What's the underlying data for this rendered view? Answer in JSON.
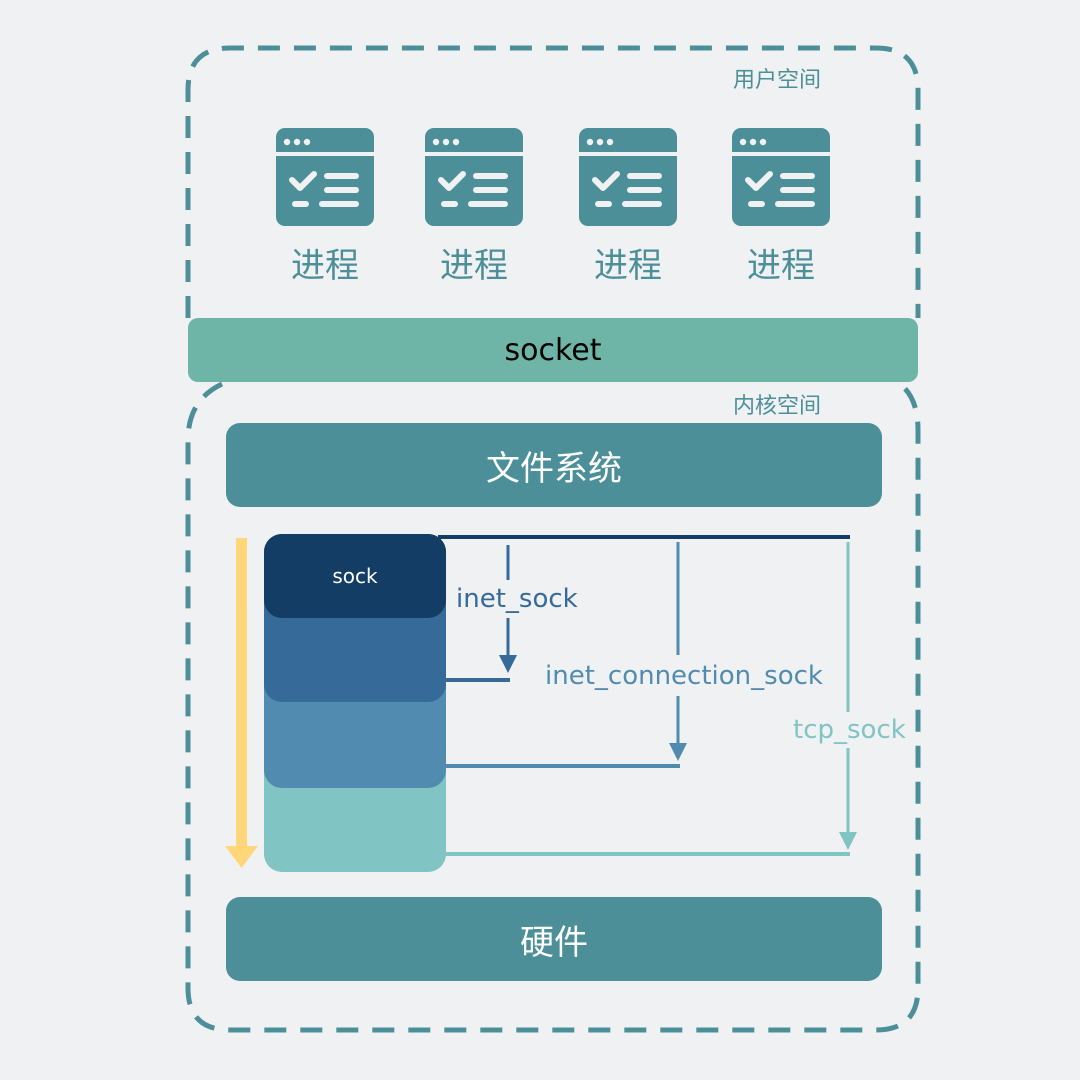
{
  "user_space_label": "用户空间",
  "kernel_space_label": "内核空间",
  "processes": [
    {
      "label": "进程"
    },
    {
      "label": "进程"
    },
    {
      "label": "进程"
    },
    {
      "label": "进程"
    }
  ],
  "socket_label": "socket",
  "filesystem_label": "文件系统",
  "hardware_label": "硬件",
  "sock_stack": {
    "top_label": "sock",
    "labels": [
      "inet_sock",
      "inet_connection_sock",
      "tcp_sock"
    ]
  },
  "colors": {
    "background": "#eff1f3",
    "teal": "#4c8f99",
    "socket": "#6eb5a8",
    "sock": "#133d65",
    "inet_sock": "#356a99",
    "inet_connection_sock": "#528bb0",
    "tcp_sock": "#80c4c3",
    "flow_arrow": "#ffd67a"
  },
  "icons": [
    "process-window-icon"
  ]
}
